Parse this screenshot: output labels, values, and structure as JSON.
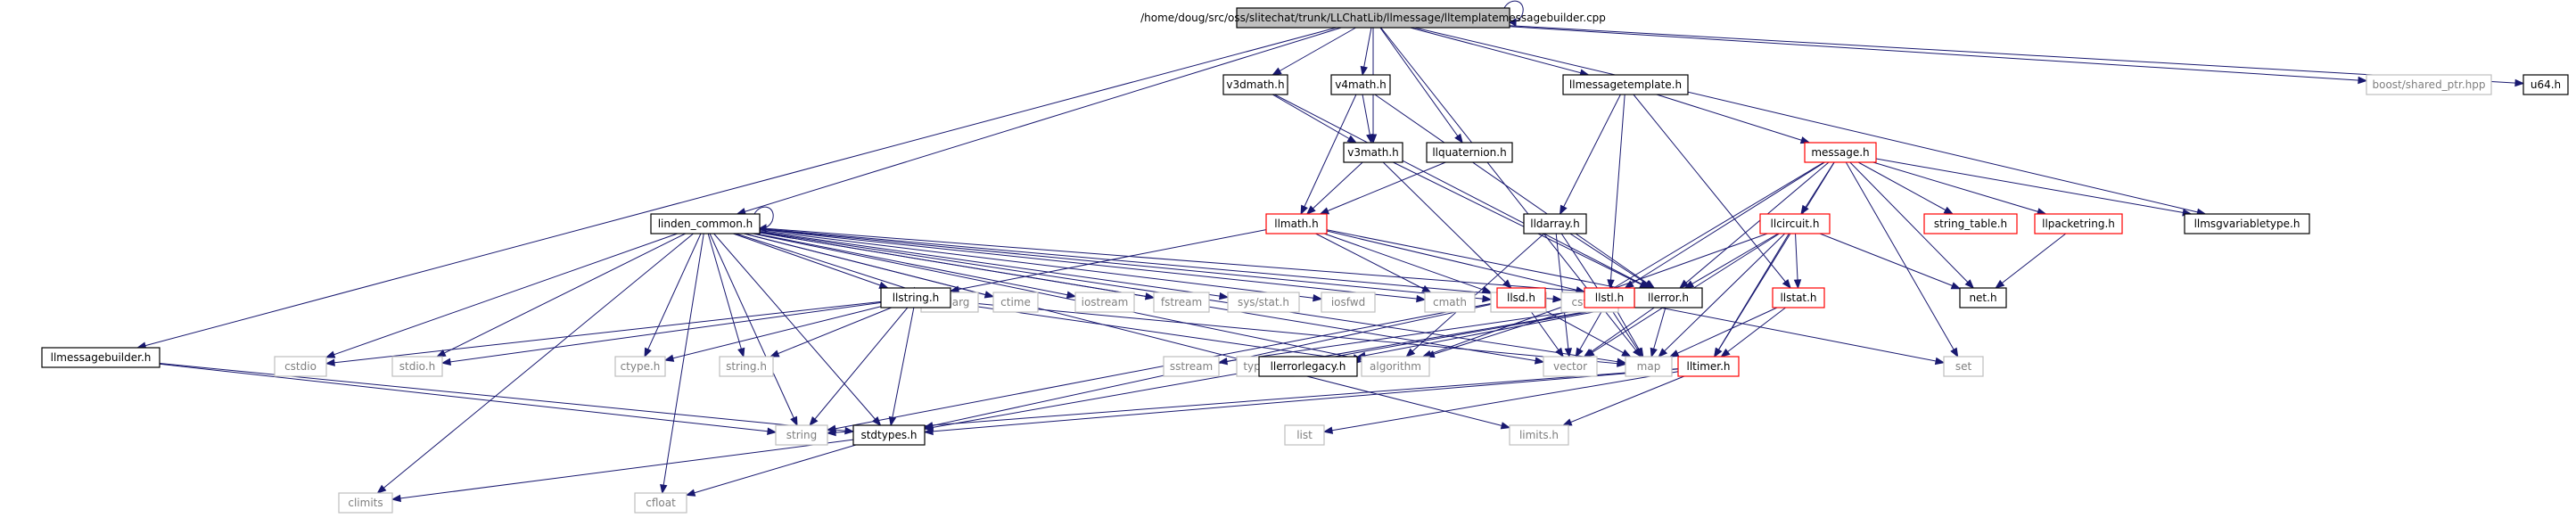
{
  "diagram": {
    "nodes": {
      "root": {
        "label": "/home/doug/src/oss/slitechat/trunk/LLChatLib/llmessage/lltemplatemessagebuilder.cpp",
        "style": "root"
      },
      "llmessagebuilder": {
        "label": "llmessagebuilder.h",
        "style": "normal"
      },
      "linden_common": {
        "label": "linden_common.h",
        "style": "normal"
      },
      "v3dmath": {
        "label": "v3dmath.h",
        "style": "normal"
      },
      "v4math": {
        "label": "v4math.h",
        "style": "normal"
      },
      "v3math": {
        "label": "v3math.h",
        "style": "normal"
      },
      "llquaternion": {
        "label": "llquaternion.h",
        "style": "normal"
      },
      "llmessagetemplate": {
        "label": "llmessagetemplate.h",
        "style": "normal"
      },
      "boost_shared_ptr": {
        "label": "boost/shared_ptr.hpp",
        "style": "external"
      },
      "u64": {
        "label": "u64.h",
        "style": "normal"
      },
      "message": {
        "label": "message.h",
        "style": "red"
      },
      "llmath": {
        "label": "llmath.h",
        "style": "red"
      },
      "lldarray": {
        "label": "lldarray.h",
        "style": "normal"
      },
      "llcircuit": {
        "label": "llcircuit.h",
        "style": "red"
      },
      "string_table": {
        "label": "string_table.h",
        "style": "red"
      },
      "llpacketring": {
        "label": "llpacketring.h",
        "style": "red"
      },
      "llmsgvariabletype": {
        "label": "llmsgvariabletype.h",
        "style": "normal"
      },
      "cstdarg": {
        "label": "cstdarg",
        "style": "external"
      },
      "ctime": {
        "label": "ctime",
        "style": "external"
      },
      "iostream": {
        "label": "iostream",
        "style": "external"
      },
      "fstream": {
        "label": "fstream",
        "style": "external"
      },
      "sys_stat": {
        "label": "sys/stat.h",
        "style": "external"
      },
      "iosfwd": {
        "label": "iosfwd",
        "style": "external"
      },
      "llstring": {
        "label": "llstring.h",
        "style": "normal"
      },
      "cmath": {
        "label": "cmath",
        "style": "external"
      },
      "cstdlib": {
        "label": "cstdlib",
        "style": "external"
      },
      "cstring": {
        "label": "cstring",
        "style": "external"
      },
      "llerror": {
        "label": "llerror.h",
        "style": "normal"
      },
      "llsd": {
        "label": "llsd.h",
        "style": "red"
      },
      "llstl": {
        "label": "llstl.h",
        "style": "red"
      },
      "llstat": {
        "label": "llstat.h",
        "style": "red"
      },
      "net": {
        "label": "net.h",
        "style": "normal"
      },
      "cstdio": {
        "label": "cstdio",
        "style": "external"
      },
      "stdio": {
        "label": "stdio.h",
        "style": "external"
      },
      "ctype": {
        "label": "ctype.h",
        "style": "external"
      },
      "string_h": {
        "label": "string.h",
        "style": "external"
      },
      "sstream": {
        "label": "sstream",
        "style": "external"
      },
      "typeinfo": {
        "label": "typeinfo",
        "style": "external"
      },
      "llerrorlegacy": {
        "label": "llerrorlegacy.h",
        "style": "normal"
      },
      "algorithm": {
        "label": "algorithm",
        "style": "external"
      },
      "vector": {
        "label": "vector",
        "style": "external"
      },
      "map": {
        "label": "map",
        "style": "external"
      },
      "lltimer": {
        "label": "lltimer.h",
        "style": "red"
      },
      "set": {
        "label": "set",
        "style": "external"
      },
      "string": {
        "label": "string",
        "style": "external"
      },
      "stdtypes": {
        "label": "stdtypes.h",
        "style": "normal"
      },
      "list": {
        "label": "list",
        "style": "external"
      },
      "limits": {
        "label": "limits.h",
        "style": "external"
      },
      "climits": {
        "label": "climits",
        "style": "external"
      },
      "cfloat": {
        "label": "cfloat",
        "style": "external"
      }
    },
    "edges": [
      [
        "root",
        "root"
      ],
      [
        "root",
        "llmessagebuilder"
      ],
      [
        "root",
        "linden_common"
      ],
      [
        "root",
        "v3dmath"
      ],
      [
        "root",
        "v4math"
      ],
      [
        "root",
        "v3math"
      ],
      [
        "root",
        "llquaternion"
      ],
      [
        "root",
        "llmessagetemplate"
      ],
      [
        "root",
        "boost_shared_ptr"
      ],
      [
        "root",
        "u64"
      ],
      [
        "root",
        "llmsgvariabletype"
      ],
      [
        "root",
        "map"
      ],
      [
        "v3dmath",
        "v3math"
      ],
      [
        "v3dmath",
        "llerror"
      ],
      [
        "v4math",
        "v3math"
      ],
      [
        "v4math",
        "llmath"
      ],
      [
        "v4math",
        "llerror"
      ],
      [
        "v3math",
        "llmath"
      ],
      [
        "v3math",
        "llerror"
      ],
      [
        "v3math",
        "llsd"
      ],
      [
        "llquaternion",
        "llmath"
      ],
      [
        "llmessagetemplate",
        "message"
      ],
      [
        "llmessagetemplate",
        "lldarray"
      ],
      [
        "llmessagetemplate",
        "llstl"
      ],
      [
        "llmessagetemplate",
        "llstat"
      ],
      [
        "message",
        "llcircuit"
      ],
      [
        "message",
        "string_table"
      ],
      [
        "message",
        "llpacketring"
      ],
      [
        "message",
        "llmsgvariabletype"
      ],
      [
        "message",
        "net"
      ],
      [
        "message",
        "llerror"
      ],
      [
        "message",
        "cstring"
      ],
      [
        "message",
        "llstl"
      ],
      [
        "message",
        "lltimer"
      ],
      [
        "message",
        "set"
      ],
      [
        "llmath",
        "cmath"
      ],
      [
        "llmath",
        "cstdlib"
      ],
      [
        "llmath",
        "llerror"
      ],
      [
        "llmath",
        "llstring"
      ],
      [
        "llmath",
        "llstl"
      ],
      [
        "lldarray",
        "llerror"
      ],
      [
        "lldarray",
        "vector"
      ],
      [
        "lldarray",
        "map"
      ],
      [
        "lldarray",
        "algorithm"
      ],
      [
        "llcircuit",
        "llerror"
      ],
      [
        "llcircuit",
        "llstat"
      ],
      [
        "llcircuit",
        "net"
      ],
      [
        "llcircuit",
        "map"
      ],
      [
        "llcircuit",
        "lltimer"
      ],
      [
        "llcircuit",
        "vector"
      ],
      [
        "llcircuit",
        "algorithm"
      ],
      [
        "llpacketring",
        "net"
      ],
      [
        "linden_common",
        "linden_common"
      ],
      [
        "linden_common",
        "cstdarg"
      ],
      [
        "linden_common",
        "ctime"
      ],
      [
        "linden_common",
        "iostream"
      ],
      [
        "linden_common",
        "fstream"
      ],
      [
        "linden_common",
        "sys_stat"
      ],
      [
        "linden_common",
        "iosfwd"
      ],
      [
        "linden_common",
        "llstring"
      ],
      [
        "linden_common",
        "cmath"
      ],
      [
        "linden_common",
        "cstdlib"
      ],
      [
        "linden_common",
        "cstring"
      ],
      [
        "linden_common",
        "llerror"
      ],
      [
        "linden_common",
        "cstdio"
      ],
      [
        "linden_common",
        "stdio"
      ],
      [
        "linden_common",
        "ctype"
      ],
      [
        "linden_common",
        "string_h"
      ],
      [
        "linden_common",
        "algorithm"
      ],
      [
        "linden_common",
        "vector"
      ],
      [
        "linden_common",
        "map"
      ],
      [
        "linden_common",
        "string"
      ],
      [
        "linden_common",
        "stdtypes"
      ],
      [
        "linden_common",
        "limits"
      ],
      [
        "linden_common",
        "climits"
      ],
      [
        "linden_common",
        "cfloat"
      ],
      [
        "llstring",
        "cstdio"
      ],
      [
        "llstring",
        "stdio"
      ],
      [
        "llstring",
        "ctype"
      ],
      [
        "llstring",
        "string_h"
      ],
      [
        "llstring",
        "string"
      ],
      [
        "llstring",
        "stdtypes"
      ],
      [
        "llstring",
        "algorithm"
      ],
      [
        "llstring",
        "map"
      ],
      [
        "llerror",
        "sstream"
      ],
      [
        "llerror",
        "typeinfo"
      ],
      [
        "llerror",
        "llerrorlegacy"
      ],
      [
        "llerror",
        "stdtypes"
      ],
      [
        "llerror",
        "map"
      ],
      [
        "llerror",
        "vector"
      ],
      [
        "llsd",
        "map"
      ],
      [
        "llsd",
        "vector"
      ],
      [
        "llsd",
        "string"
      ],
      [
        "llsd",
        "stdtypes"
      ],
      [
        "llstl",
        "map"
      ],
      [
        "llstl",
        "vector"
      ],
      [
        "llstl",
        "set"
      ],
      [
        "llstl",
        "algorithm"
      ],
      [
        "llstat",
        "map"
      ],
      [
        "llstat",
        "lltimer"
      ],
      [
        "lltimer",
        "stdtypes"
      ],
      [
        "lltimer",
        "string"
      ],
      [
        "lltimer",
        "list"
      ],
      [
        "lltimer",
        "limits"
      ],
      [
        "llmessagebuilder",
        "string"
      ],
      [
        "llmessagebuilder",
        "stdtypes"
      ],
      [
        "stdtypes",
        "climits"
      ],
      [
        "stdtypes",
        "cfloat"
      ]
    ]
  }
}
